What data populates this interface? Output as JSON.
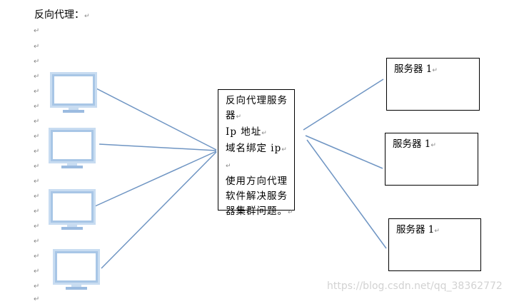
{
  "title": "反向代理：",
  "paragraph_mark": "↵",
  "proxy": {
    "lines": [
      "反向代理服务",
      "器",
      "Ip 地址",
      "域名绑定 ip",
      "",
      "使用方向代理",
      "软件解决服务",
      "器集群问题。"
    ]
  },
  "servers": [
    {
      "label": "服务器 1"
    },
    {
      "label": "服务器 1"
    },
    {
      "label": "服务器 1"
    }
  ],
  "clients": [
    {
      "icon": "computer-monitor-icon"
    },
    {
      "icon": "computer-monitor-icon"
    },
    {
      "icon": "computer-monitor-icon"
    },
    {
      "icon": "computer-monitor-icon"
    }
  ],
  "colors": {
    "connector": "#6f95c3",
    "monitor": "#a8c6e6"
  },
  "watermark": "https://blog.csdn.net/qq_38362772"
}
